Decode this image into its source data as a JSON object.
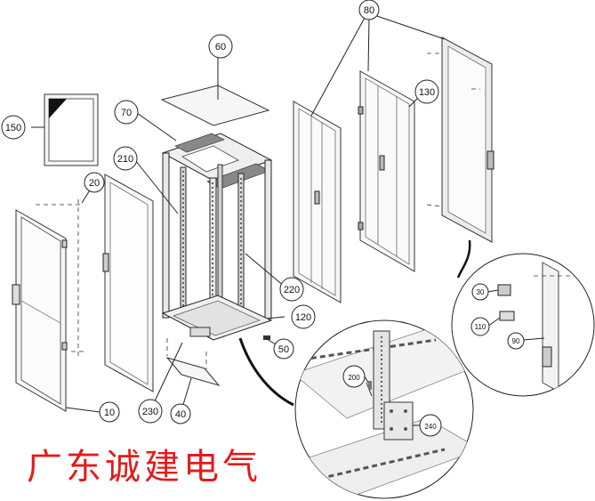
{
  "diagram": {
    "callouts": {
      "c10": "10",
      "c20": "20",
      "c30": "30",
      "c40": "40",
      "c50": "50",
      "c60": "60",
      "c70": "70",
      "c80": "80",
      "c90": "90",
      "c110": "110",
      "c120": "120",
      "c130": "130",
      "c150": "150",
      "c200": "200",
      "c210": "210",
      "c220": "220",
      "c230": "230",
      "c240": "240"
    },
    "brand_text": "广东诚建电气"
  }
}
